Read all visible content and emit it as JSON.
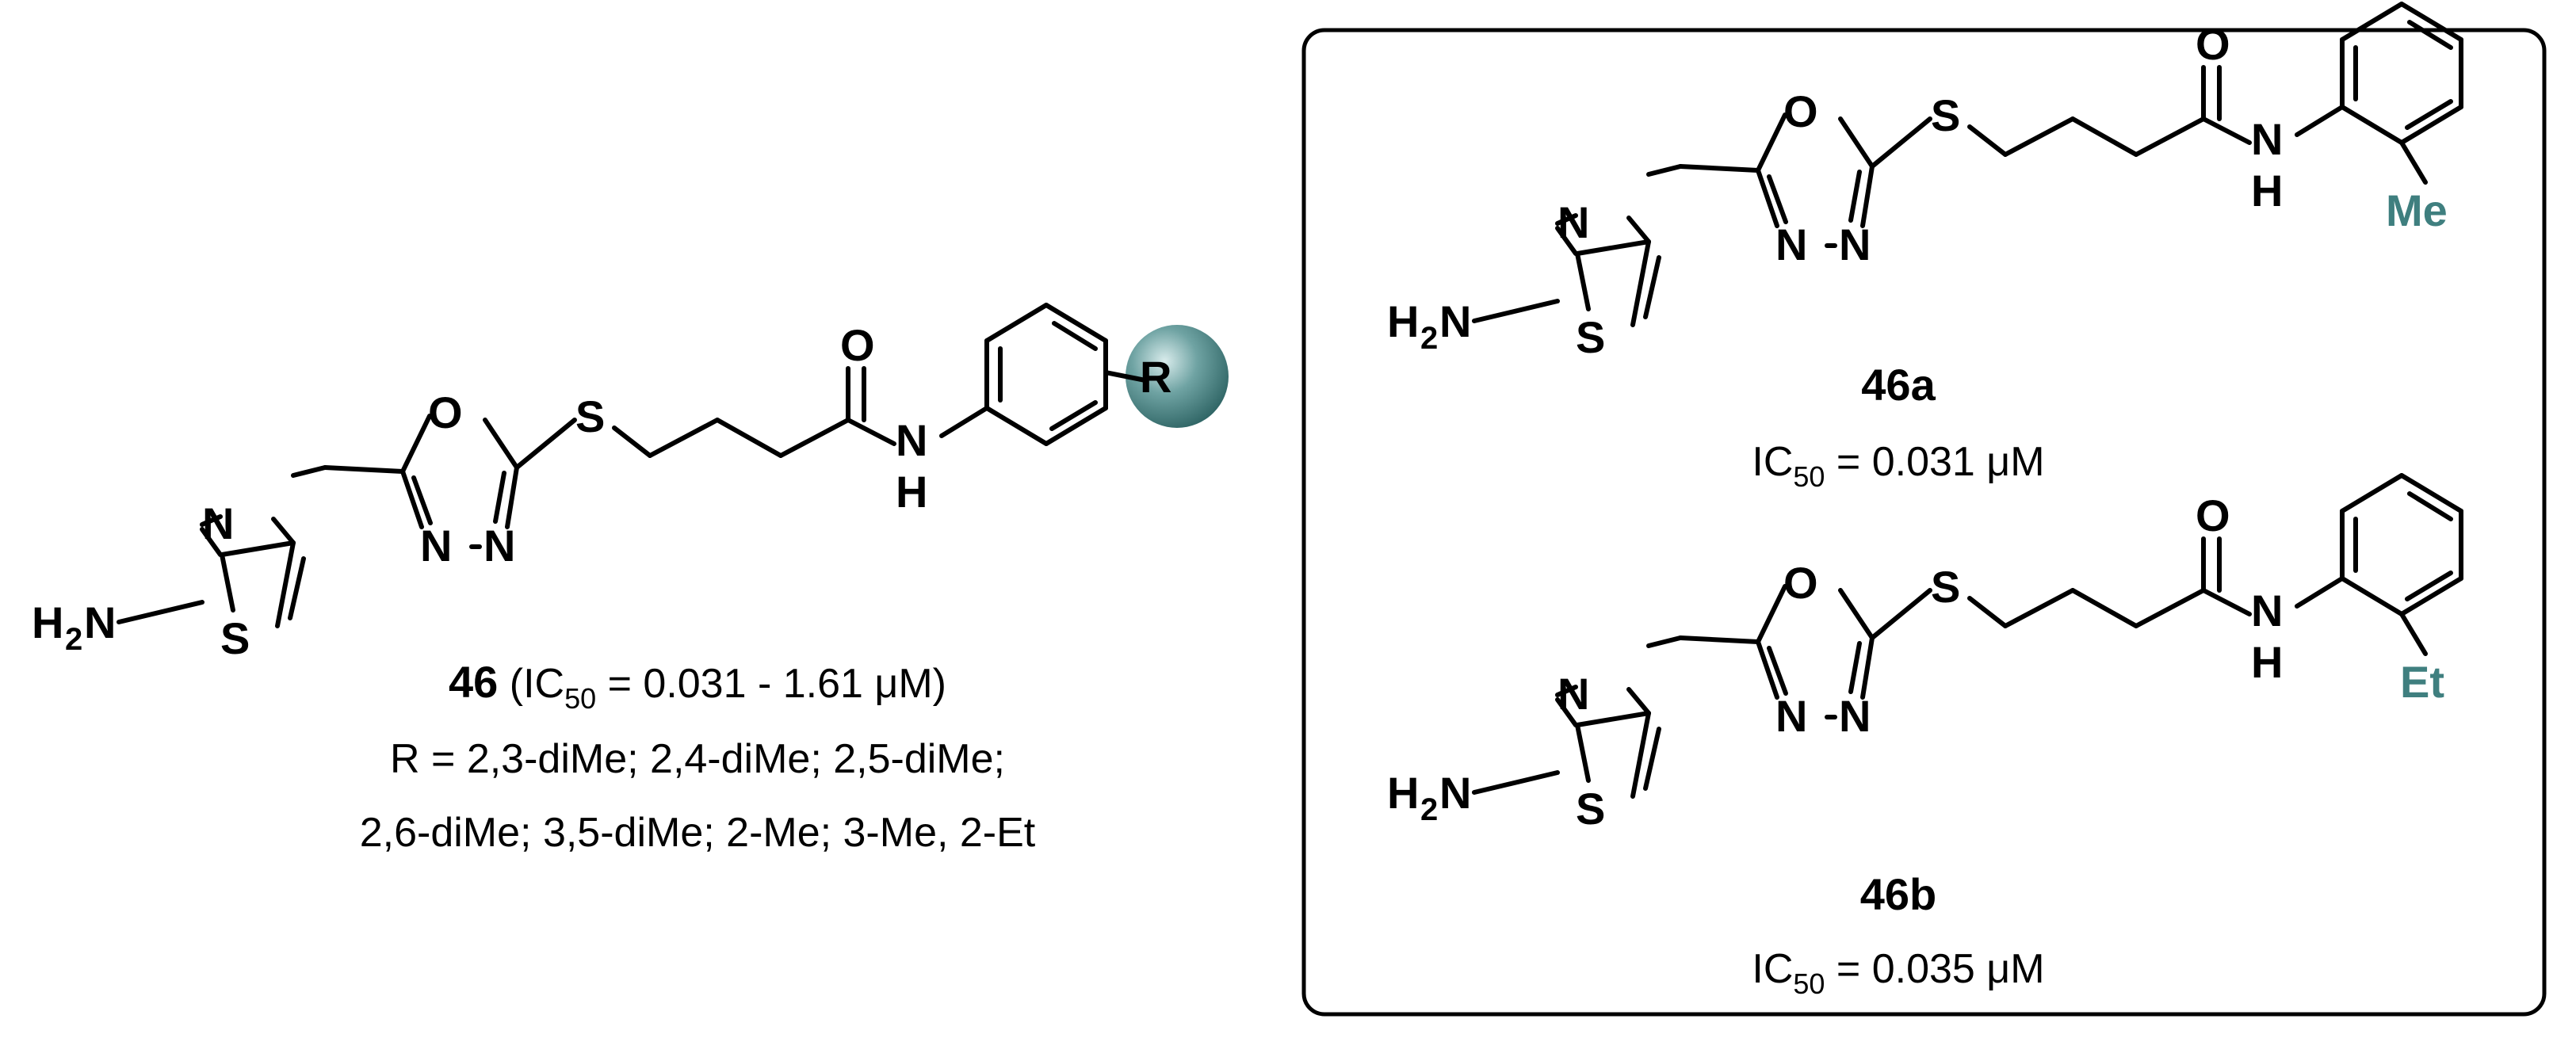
{
  "colors": {
    "accent": "#3f7f7f",
    "box_border": "#000000"
  },
  "main_compound": {
    "label_id": "46",
    "label_ic_prefix": " (IC",
    "label_ic_sub": "50",
    "label_ic_value": " = 0.031 - 1.61 μM)",
    "r_line1": "R = 2,3-diMe; 2,4-diMe; 2,5-diMe;",
    "r_line2": "2,6-diMe; 3,5-diMe; 2-Me; 3-Me, 2-Et",
    "r_group": "R"
  },
  "compound_a": {
    "id": "46a",
    "ic_prefix": "IC",
    "ic_sub": "50",
    "ic_value": " = 0.031 μM",
    "substituent": "Me"
  },
  "compound_b": {
    "id": "46b",
    "ic_prefix": "IC",
    "ic_sub": "50",
    "ic_value": " = 0.035 μM",
    "substituent": "Et"
  },
  "atoms": {
    "H": "H",
    "N": "N",
    "sub2": "2",
    "S": "S",
    "O": "O"
  }
}
